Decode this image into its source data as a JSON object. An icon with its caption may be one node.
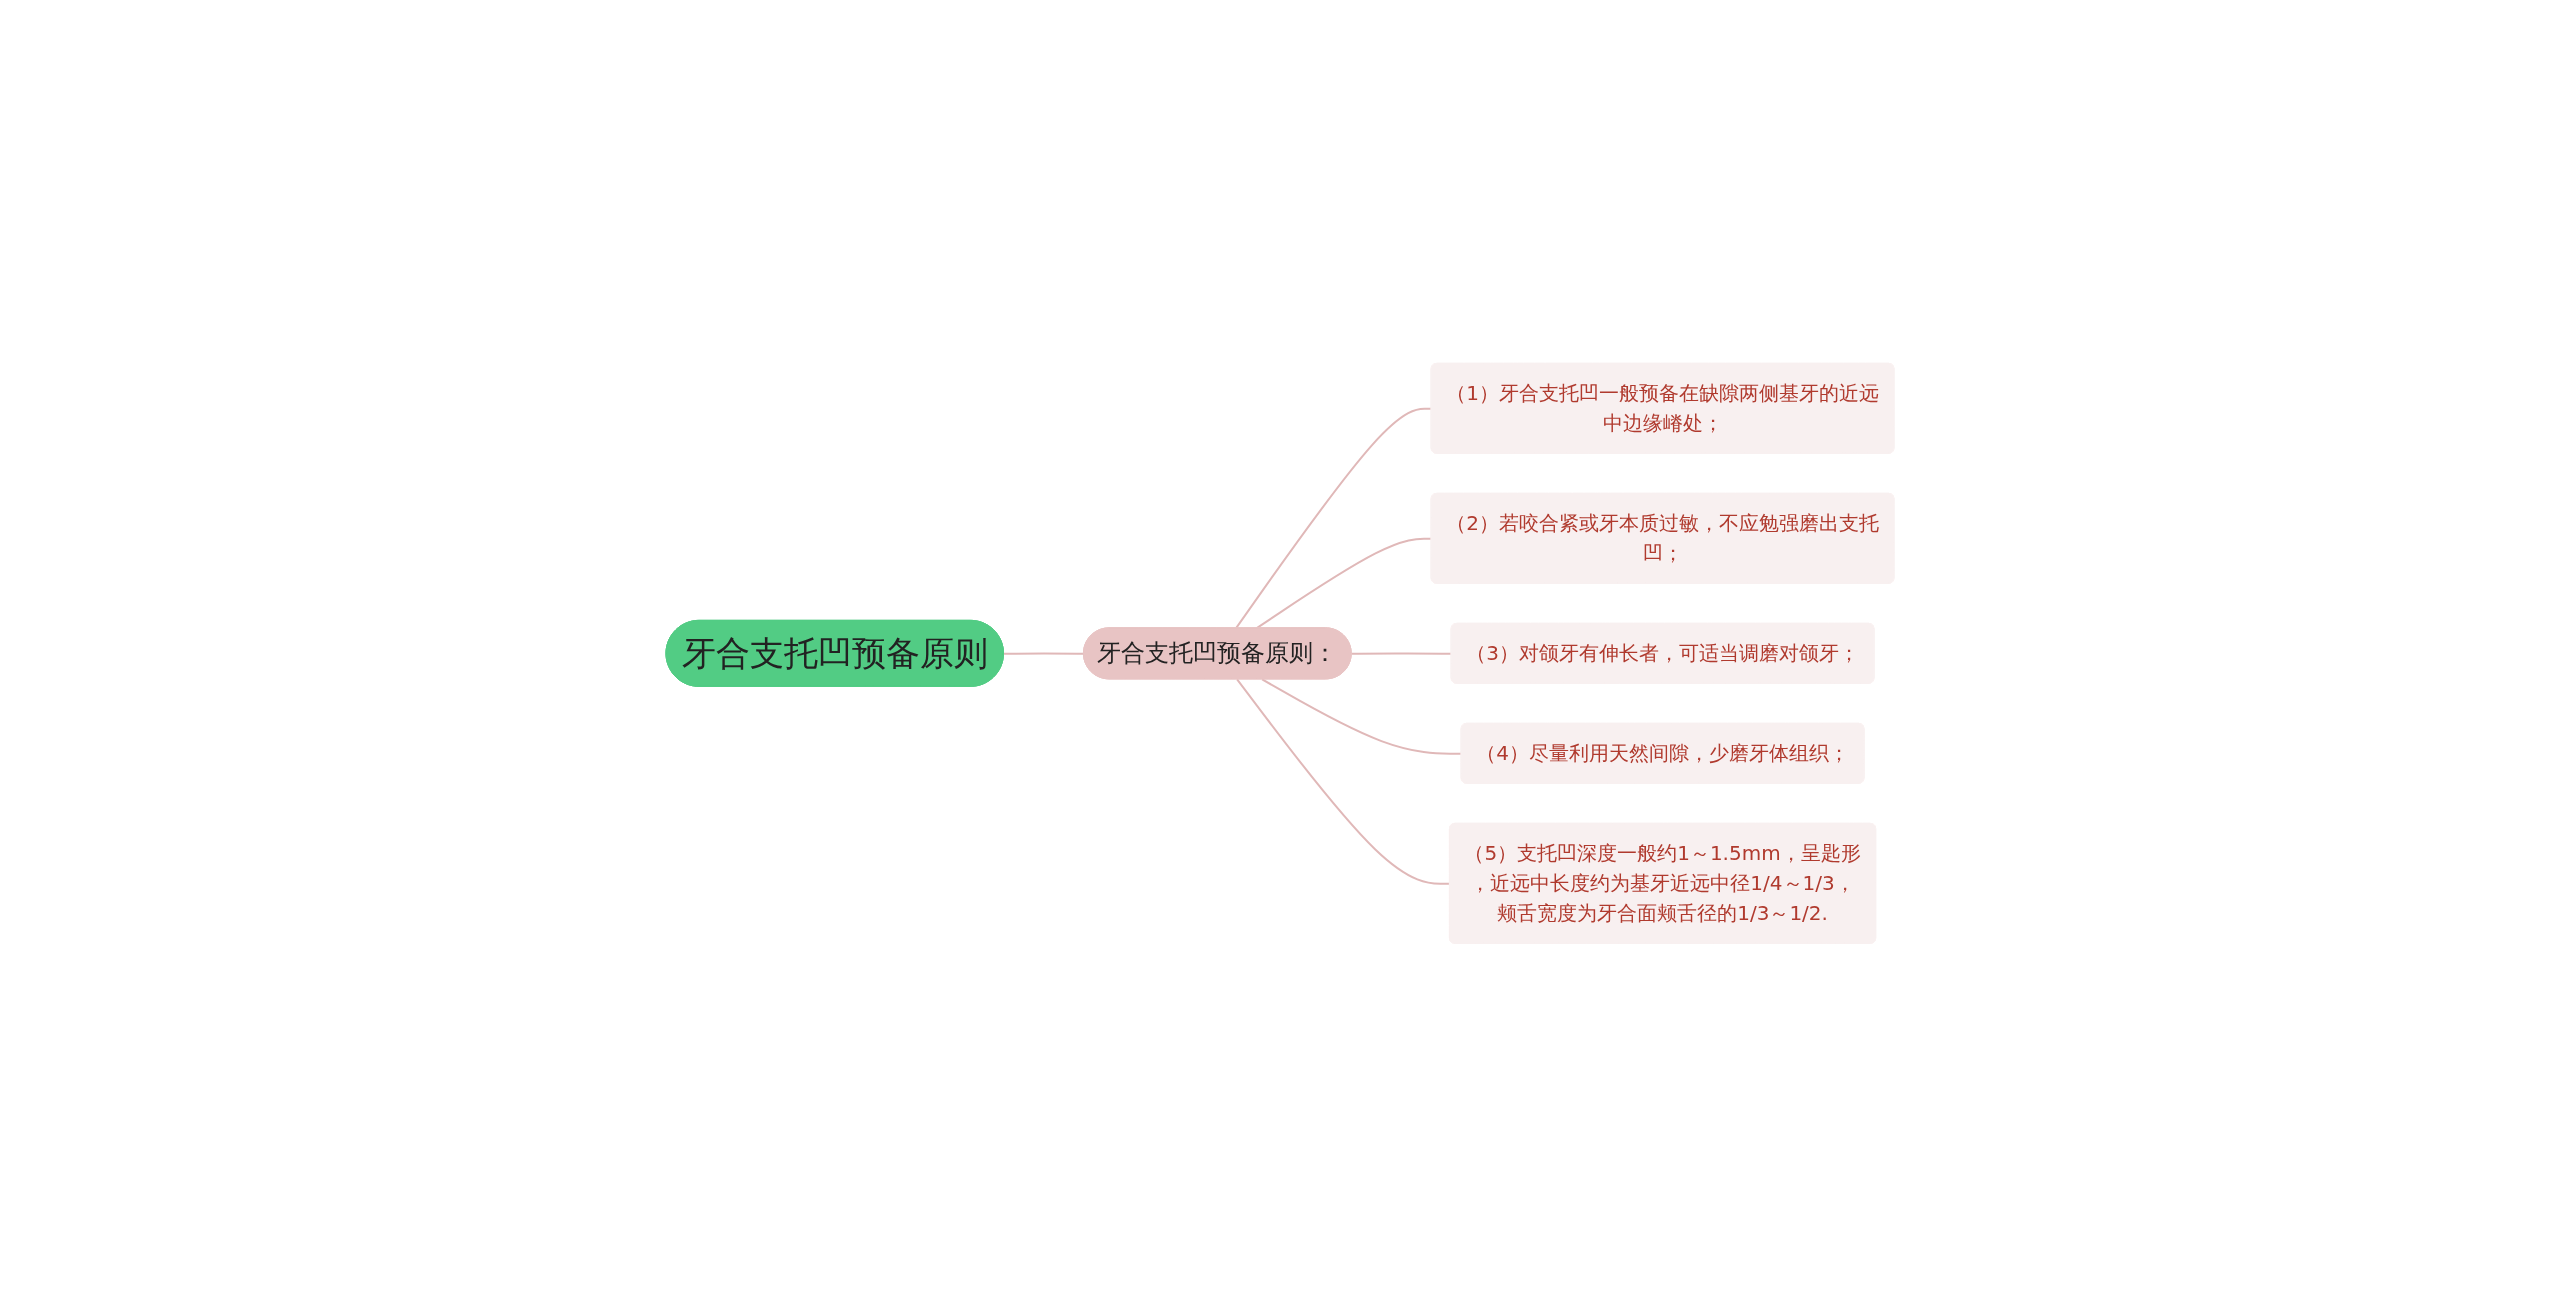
{
  "diagram": {
    "nodes": [
      {
        "text": [
          "牙合支托凹预备原则"
        ]
      },
      {
        "text": [
          "牙合支托凹预备原则："
        ]
      },
      {
        "text": [
          "（1）牙合支托凹一般预备在缺隙两侧基牙的近远中边缘嵴处；"
        ]
      },
      {
        "text": [
          "（2）若咬合紧或牙本质过敏，不应勉强磨出支托凹；"
        ]
      },
      {
        "text": [
          "（3）对颌牙有伸长者，可适当调磨对颌牙；"
        ]
      },
      {
        "text": [
          "（4）尽量利用天然间隙，少磨牙体组织；"
        ]
      },
      {
        "text": [
          "（5）支托凹深度一般约1～1.5mm，呈匙形，近远中长度约为基牙近远中径1/4～1/3，颊舌宽度为牙合面颊舌径的1/3～1/2."
        ]
      }
    ],
    "edges": [
      {
        "from": 0,
        "to": 1,
        "arrow": "none"
      },
      {
        "from": 1,
        "to": 2,
        "arrow": "none"
      },
      {
        "from": 1,
        "to": 3,
        "arrow": "none"
      },
      {
        "from": 1,
        "to": 4,
        "arrow": "none"
      },
      {
        "from": 1,
        "to": 5,
        "arrow": "none"
      },
      {
        "from": 1,
        "to": 6,
        "arrow": "none"
      }
    ]
  }
}
